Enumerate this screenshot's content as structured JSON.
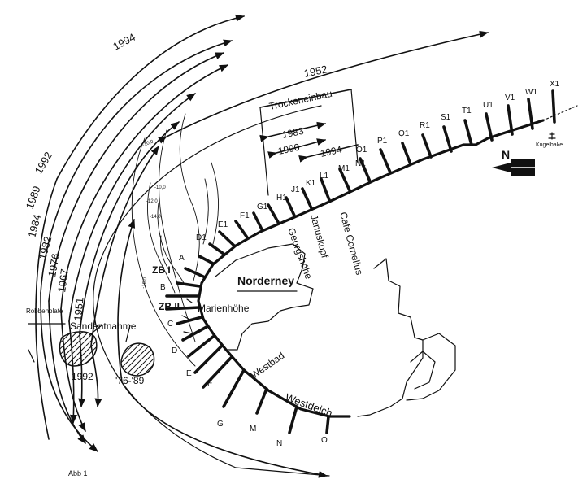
{
  "years": {
    "y1994_outer": "1994",
    "y1952": "1952",
    "y1992": "1992",
    "y1989": "1989",
    "y1984": "1984",
    "y1982": "1982",
    "y1976": "1976",
    "y1967": "1967",
    "y1951": "1951",
    "y1983": "1983",
    "y1990": "1990",
    "y1994_inner": "1994"
  },
  "labels": {
    "trockeneinbau": "Trockeneinbau",
    "north": "N",
    "kugelbake": "Kugelbake",
    "norderney": "Norderney",
    "marienhoehe": "Marienhöhe",
    "georgshoehe": "Georgshöhe",
    "januskopf": "Januskopf",
    "cafe_cornelius": "Cafe Cornelius",
    "westbad": "Westbad",
    "westdeich": "Westdeich",
    "sandentnahme": "Sandentnahme",
    "robbenplate": "Robbenplate",
    "sand_1992": "1992",
    "sand_7689": "'76-'89",
    "figure": "Abb 1",
    "zb1": "ZB I",
    "zb2": "ZB II"
  },
  "groynes_north": [
    "X1",
    "W1",
    "V1",
    "U1",
    "T1",
    "S1",
    "R1",
    "Q1",
    "P1",
    "O1",
    "N1",
    "M1",
    "L1",
    "K1",
    "J1",
    "H1",
    "G1",
    "F1",
    "E1",
    "D1"
  ],
  "groynes_west": [
    "A",
    "B",
    "C",
    "D",
    "E",
    "F",
    "G",
    "M",
    "N",
    "O"
  ],
  "depths": [
    "-10,0",
    "-10,0",
    "-12,0",
    "-14,0",
    "-16,0"
  ]
}
